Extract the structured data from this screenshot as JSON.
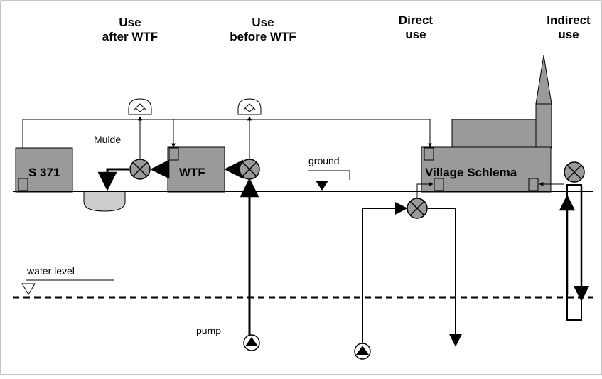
{
  "headers": {
    "after_wtf": [
      "Use",
      "after  WTF"
    ],
    "before_wtf": [
      "Use",
      "before  WTF"
    ],
    "direct": [
      "Direct",
      "use"
    ],
    "indirect": [
      "Indirect",
      "use"
    ]
  },
  "labels": {
    "s371": "S 371",
    "wtf": "WTF",
    "village": "Village Schlema",
    "mulde": "Mulde",
    "ground": "ground",
    "water_level": "water level",
    "pump": "pump"
  },
  "colors": {
    "box_fill": "#9a9a9a",
    "pond_fill": "#cccccc",
    "line": "#000000"
  }
}
